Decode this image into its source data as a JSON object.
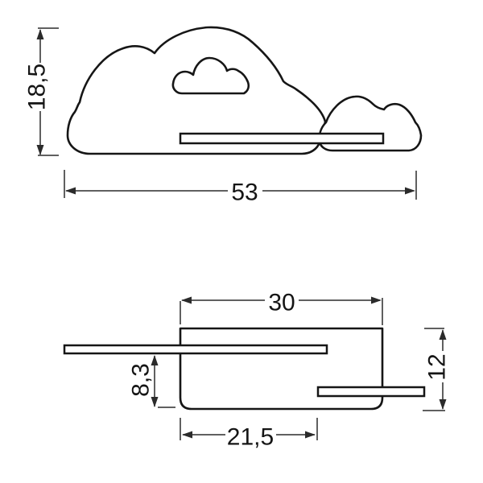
{
  "colors": {
    "background": "#ffffff",
    "drawing_line": "#161616",
    "dimension_line": "#2b2b2b",
    "label_text": "#151515"
  },
  "front_view": {
    "height": "18,5",
    "width": "53"
  },
  "side_view": {
    "top_width": "30",
    "right_height": "12",
    "shelf_offset": "8,3",
    "bottom_width": "21,5"
  }
}
